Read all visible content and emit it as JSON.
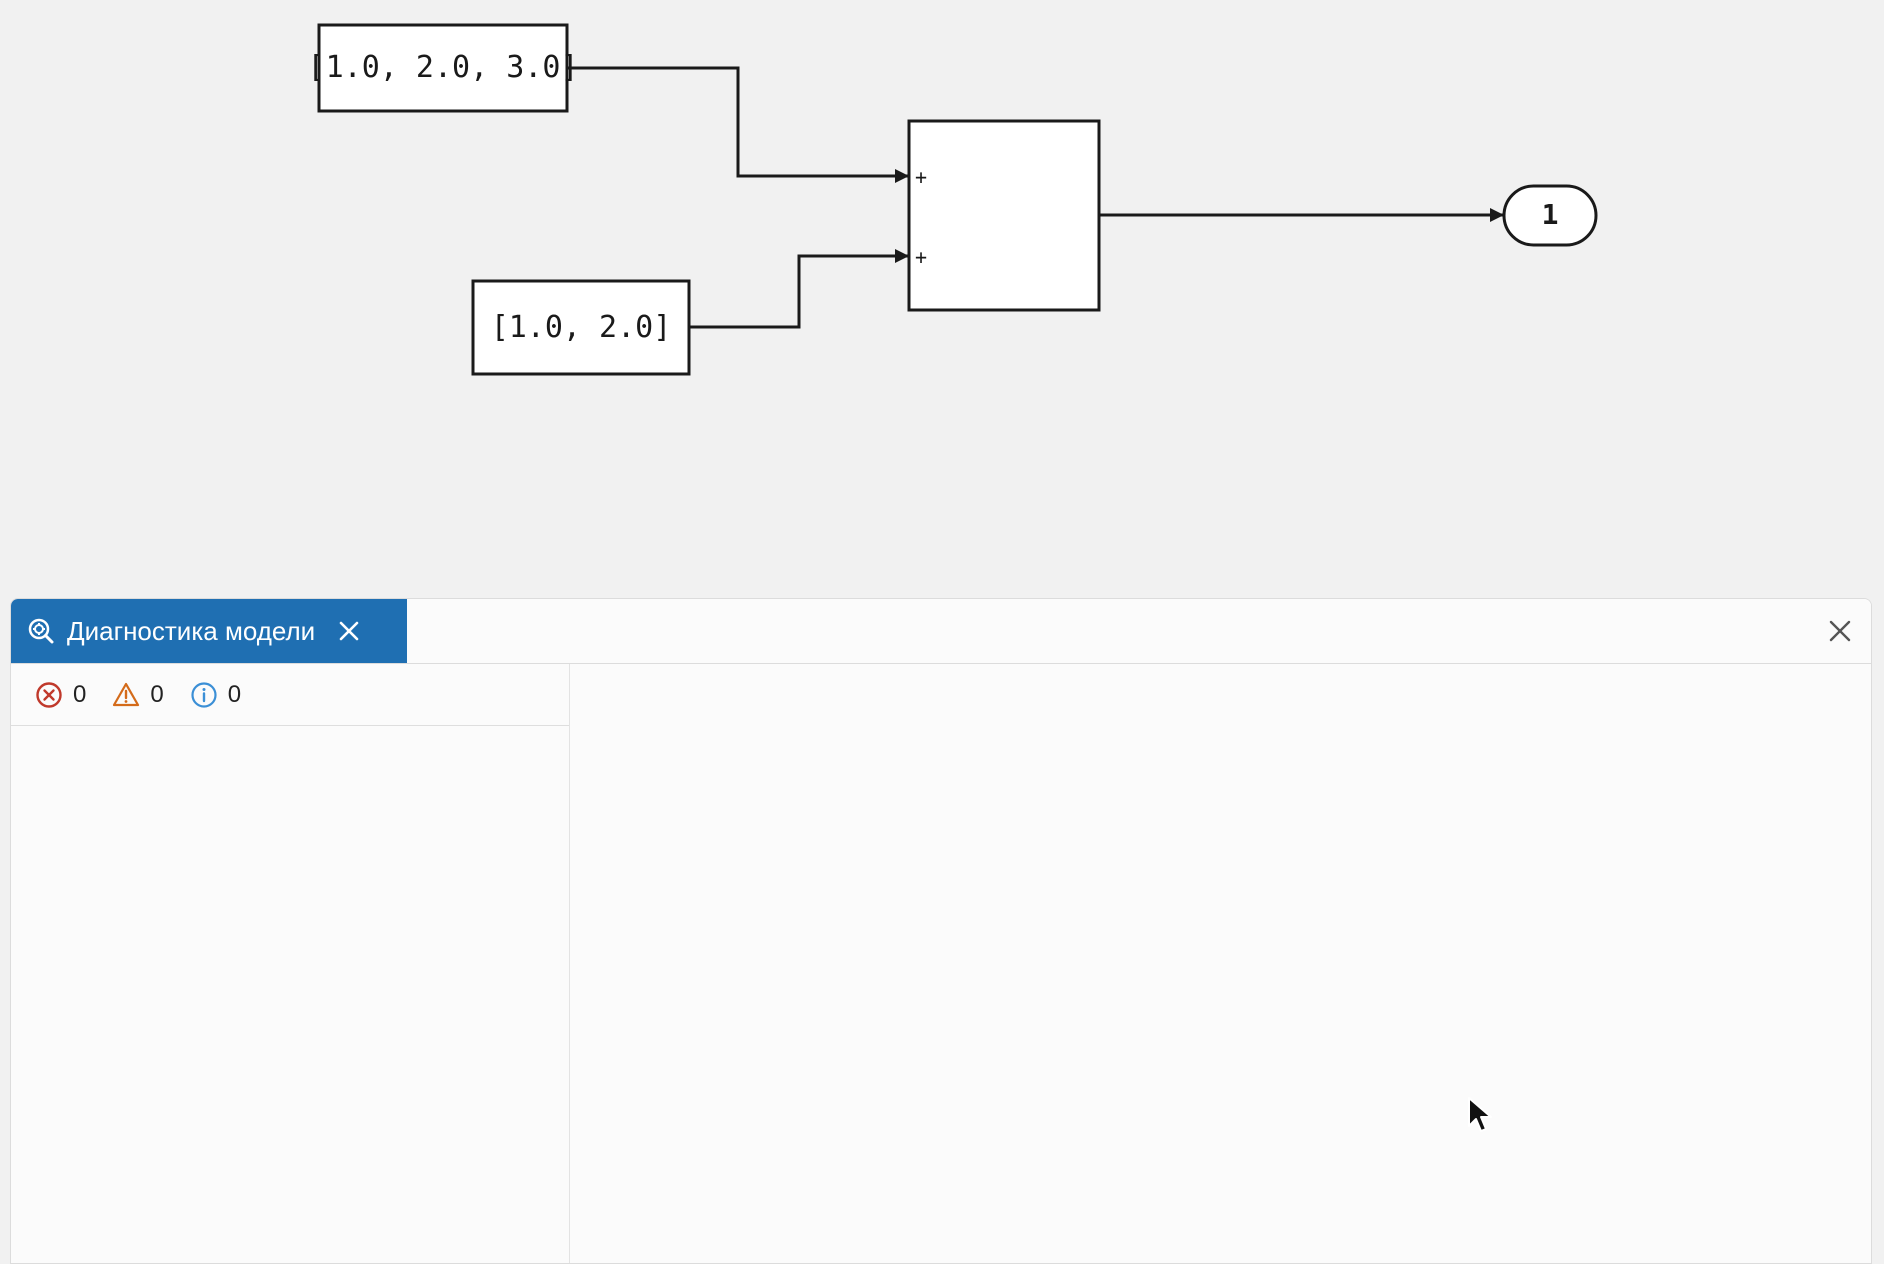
{
  "canvas": {
    "blocks": {
      "const1_label": "[1.0, 2.0, 3.0]",
      "const2_label": "[1.0, 2.0]",
      "sum_port1": "+",
      "sum_port2": "+",
      "outport_label": "1"
    }
  },
  "panel": {
    "tab": {
      "label": "Диагностика модели",
      "icon": "search-diagnostics-icon"
    },
    "counters": {
      "errors": "0",
      "warnings": "0",
      "info": "0"
    },
    "colors": {
      "tab_active": "#1f6fb2",
      "error": "#c0392b",
      "warning": "#d46b1a",
      "info": "#3b8fd6"
    }
  }
}
